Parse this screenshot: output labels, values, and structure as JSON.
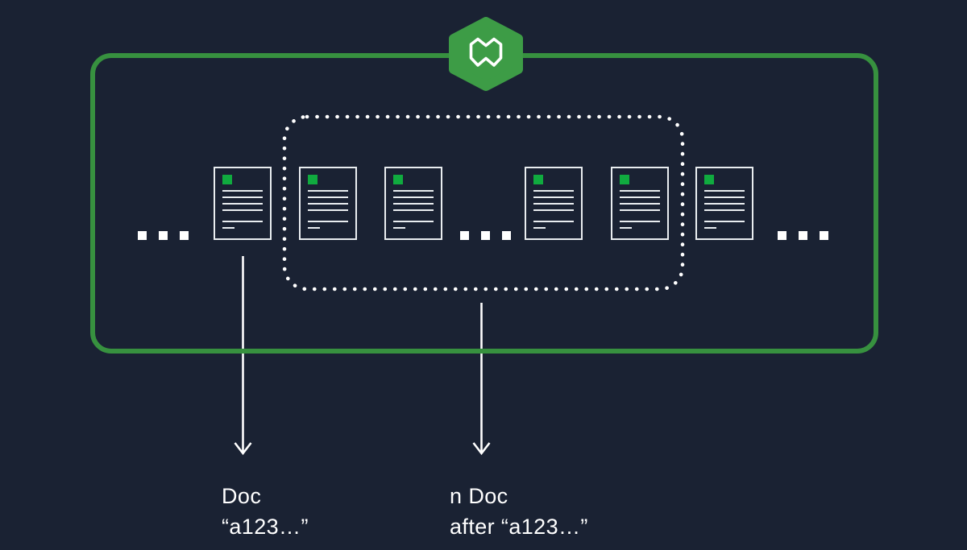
{
  "colors": {
    "background": "#1a2233",
    "frame_green": "#37913f",
    "hexagon_green": "#3d9c46",
    "doc_accent_green": "#10ab3f",
    "doc_line": "#e9edf0",
    "white": "#ffffff"
  },
  "logo": {
    "icon": "weaviate-hexagon-logo"
  },
  "diagram": {
    "documents_total": 6,
    "documents_in_dotted_selection": 4,
    "ellipsis_groups": 3
  },
  "annotations": {
    "doc_label": {
      "line1": "Doc",
      "line2": "“a123…”"
    },
    "n_doc_label": {
      "line1": "n Doc",
      "line2": "after “a123…”"
    }
  }
}
